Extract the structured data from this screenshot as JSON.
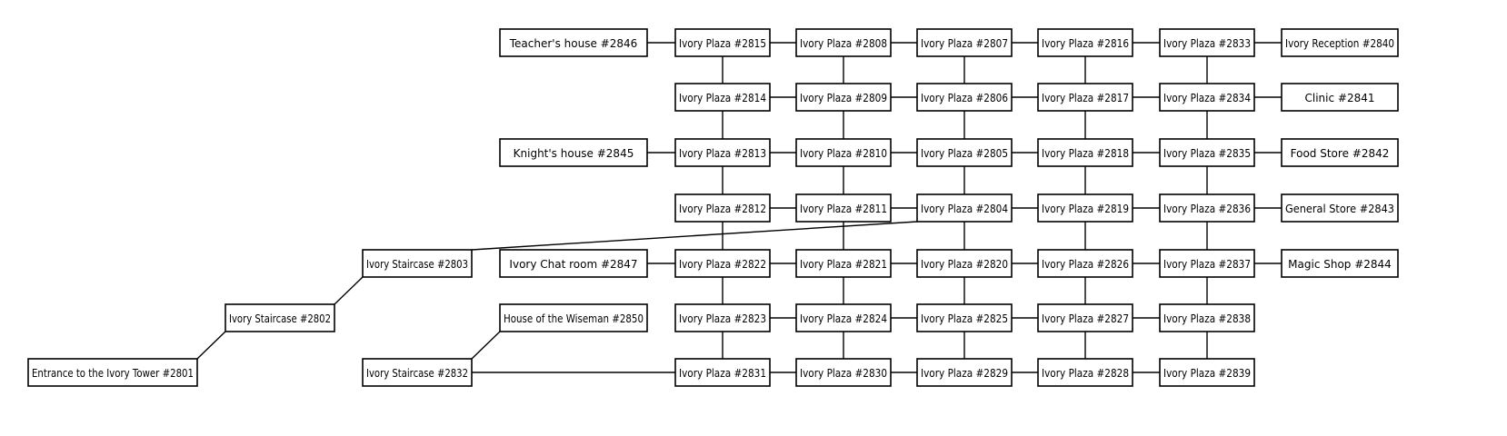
{
  "rooms": [
    {
      "id": "2846",
      "label": "Teacher's house #2846"
    },
    {
      "id": "2815",
      "label": "Ivory Plaza #2815"
    },
    {
      "id": "2808",
      "label": "Ivory Plaza #2808"
    },
    {
      "id": "2807",
      "label": "Ivory Plaza #2807"
    },
    {
      "id": "2816",
      "label": "Ivory Plaza #2816"
    },
    {
      "id": "2833",
      "label": "Ivory Plaza #2833"
    },
    {
      "id": "2840",
      "label": "Ivory Reception #2840"
    },
    {
      "id": "2814",
      "label": "Ivory Plaza #2814"
    },
    {
      "id": "2809",
      "label": "Ivory Plaza #2809"
    },
    {
      "id": "2806",
      "label": "Ivory Plaza #2806"
    },
    {
      "id": "2817",
      "label": "Ivory Plaza #2817"
    },
    {
      "id": "2834",
      "label": "Ivory Plaza #2834"
    },
    {
      "id": "2841",
      "label": "Clinic #2841"
    },
    {
      "id": "2845",
      "label": "Knight's house #2845"
    },
    {
      "id": "2813",
      "label": "Ivory Plaza #2813"
    },
    {
      "id": "2810",
      "label": "Ivory Plaza #2810"
    },
    {
      "id": "2805",
      "label": "Ivory Plaza #2805"
    },
    {
      "id": "2818",
      "label": "Ivory Plaza #2818"
    },
    {
      "id": "2835",
      "label": "Ivory Plaza #2835"
    },
    {
      "id": "2842",
      "label": "Food Store #2842"
    },
    {
      "id": "2812",
      "label": "Ivory Plaza #2812"
    },
    {
      "id": "2811",
      "label": "Ivory Plaza #2811"
    },
    {
      "id": "2804",
      "label": "Ivory Plaza #2804"
    },
    {
      "id": "2819",
      "label": "Ivory Plaza #2819"
    },
    {
      "id": "2836",
      "label": "Ivory Plaza #2836"
    },
    {
      "id": "2843",
      "label": "General Store #2843"
    },
    {
      "id": "2803",
      "label": "Ivory Staircase #2803"
    },
    {
      "id": "2847",
      "label": "Ivory Chat room #2847"
    },
    {
      "id": "2822",
      "label": "Ivory Plaza #2822"
    },
    {
      "id": "2821",
      "label": "Ivory Plaza #2821"
    },
    {
      "id": "2820",
      "label": "Ivory Plaza #2820"
    },
    {
      "id": "2826",
      "label": "Ivory Plaza #2826"
    },
    {
      "id": "2837",
      "label": "Ivory Plaza #2837"
    },
    {
      "id": "2844",
      "label": "Magic Shop #2844"
    },
    {
      "id": "2802",
      "label": "Ivory Staircase #2802"
    },
    {
      "id": "2850",
      "label": "House of the Wiseman #2850"
    },
    {
      "id": "2823",
      "label": "Ivory Plaza #2823"
    },
    {
      "id": "2824",
      "label": "Ivory Plaza #2824"
    },
    {
      "id": "2825",
      "label": "Ivory Plaza #2825"
    },
    {
      "id": "2827",
      "label": "Ivory Plaza #2827"
    },
    {
      "id": "2838",
      "label": "Ivory Plaza #2838"
    },
    {
      "id": "2801",
      "label": "Entrance to the Ivory Tower #2801"
    },
    {
      "id": "2832",
      "label": "Ivory Staircase #2832"
    },
    {
      "id": "2831",
      "label": "Ivory Plaza #2831"
    },
    {
      "id": "2830",
      "label": "Ivory Plaza #2830"
    },
    {
      "id": "2829",
      "label": "Ivory Plaza #2829"
    },
    {
      "id": "2828",
      "label": "Ivory Plaza #2828"
    },
    {
      "id": "2839",
      "label": "Ivory Plaza #2839"
    }
  ],
  "connections": [
    [
      "2846",
      "2815"
    ],
    [
      "2815",
      "2808"
    ],
    [
      "2808",
      "2807"
    ],
    [
      "2807",
      "2816"
    ],
    [
      "2816",
      "2833"
    ],
    [
      "2833",
      "2840"
    ],
    [
      "2814",
      "2809"
    ],
    [
      "2809",
      "2806"
    ],
    [
      "2806",
      "2817"
    ],
    [
      "2817",
      "2834"
    ],
    [
      "2834",
      "2841"
    ],
    [
      "2845",
      "2813"
    ],
    [
      "2813",
      "2810"
    ],
    [
      "2810",
      "2805"
    ],
    [
      "2805",
      "2818"
    ],
    [
      "2818",
      "2835"
    ],
    [
      "2835",
      "2842"
    ],
    [
      "2812",
      "2811"
    ],
    [
      "2811",
      "2804"
    ],
    [
      "2804",
      "2819"
    ],
    [
      "2819",
      "2836"
    ],
    [
      "2836",
      "2843"
    ],
    [
      "2847",
      "2822"
    ],
    [
      "2822",
      "2821"
    ],
    [
      "2821",
      "2820"
    ],
    [
      "2820",
      "2826"
    ],
    [
      "2826",
      "2837"
    ],
    [
      "2837",
      "2844"
    ],
    [
      "2823",
      "2824"
    ],
    [
      "2824",
      "2825"
    ],
    [
      "2825",
      "2827"
    ],
    [
      "2827",
      "2838"
    ],
    [
      "2832",
      "2831"
    ],
    [
      "2831",
      "2830"
    ],
    [
      "2830",
      "2829"
    ],
    [
      "2829",
      "2828"
    ],
    [
      "2828",
      "2839"
    ],
    [
      "2815",
      "2814"
    ],
    [
      "2814",
      "2813"
    ],
    [
      "2813",
      "2812"
    ],
    [
      "2812",
      "2822"
    ],
    [
      "2822",
      "2823"
    ],
    [
      "2823",
      "2831"
    ],
    [
      "2808",
      "2809"
    ],
    [
      "2809",
      "2810"
    ],
    [
      "2810",
      "2811"
    ],
    [
      "2811",
      "2821"
    ],
    [
      "2821",
      "2824"
    ],
    [
      "2824",
      "2830"
    ],
    [
      "2807",
      "2806"
    ],
    [
      "2806",
      "2805"
    ],
    [
      "2805",
      "2804"
    ],
    [
      "2804",
      "2820"
    ],
    [
      "2820",
      "2825"
    ],
    [
      "2825",
      "2829"
    ],
    [
      "2816",
      "2817"
    ],
    [
      "2817",
      "2818"
    ],
    [
      "2818",
      "2819"
    ],
    [
      "2819",
      "2826"
    ],
    [
      "2826",
      "2827"
    ],
    [
      "2827",
      "2828"
    ],
    [
      "2833",
      "2834"
    ],
    [
      "2834",
      "2835"
    ],
    [
      "2835",
      "2836"
    ],
    [
      "2836",
      "2837"
    ],
    [
      "2837",
      "2838"
    ],
    [
      "2838",
      "2839"
    ],
    [
      "2801",
      "2802"
    ],
    [
      "2802",
      "2803"
    ],
    [
      "2803",
      "2804"
    ],
    [
      "2832",
      "2850"
    ]
  ],
  "colors": {
    "box_fill": "#ffffff",
    "stroke": "#000000",
    "text": "#000000"
  }
}
